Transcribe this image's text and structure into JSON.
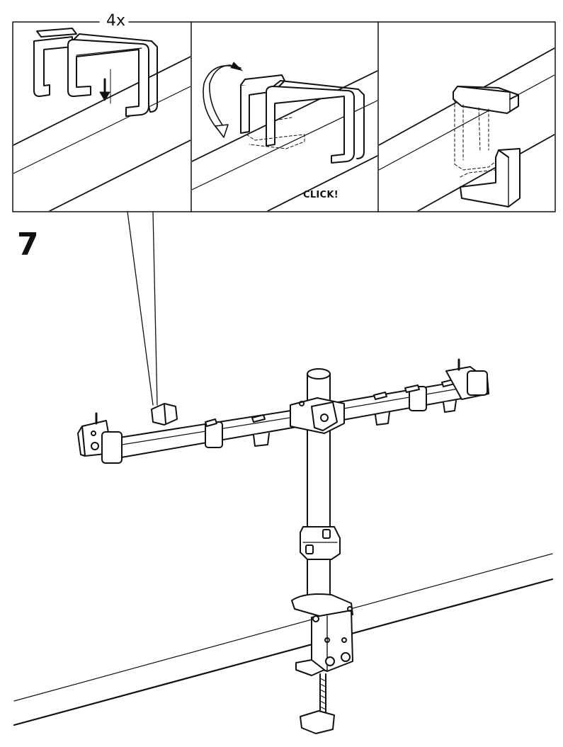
{
  "instruction": {
    "quantity": "4x",
    "step_number": "7",
    "sound_cue": "CLICK!"
  }
}
